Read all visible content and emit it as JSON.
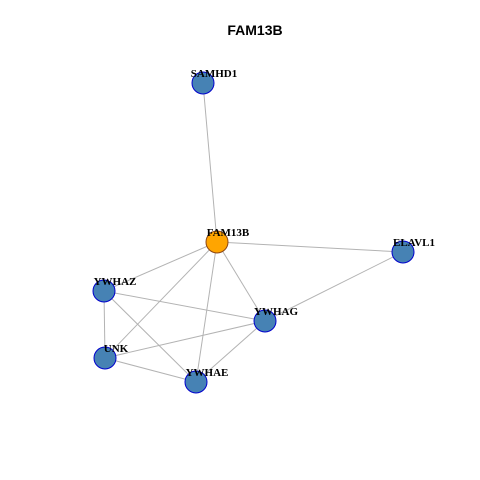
{
  "title": "FAM13B",
  "colors": {
    "center_fill": "#ffa500",
    "center_stroke": "#8b4513",
    "node_fill": "#4682b4",
    "node_stroke": "#0000cd",
    "edge": "#b3b3b3"
  },
  "nodes": [
    {
      "id": "SAMHD1",
      "label": "SAMHD1",
      "center": false
    },
    {
      "id": "FAM13B",
      "label": "FAM13B",
      "center": true
    },
    {
      "id": "ELAVL1",
      "label": "ELAVL1",
      "center": false
    },
    {
      "id": "YWHAZ",
      "label": "YWHAZ",
      "center": false
    },
    {
      "id": "YWHAG",
      "label": "YWHAG",
      "center": false
    },
    {
      "id": "UNK",
      "label": "UNK",
      "center": false
    },
    {
      "id": "YWHAE",
      "label": "YWHAE",
      "center": false
    }
  ],
  "edges": [
    [
      "SAMHD1",
      "FAM13B"
    ],
    [
      "FAM13B",
      "ELAVL1"
    ],
    [
      "FAM13B",
      "YWHAZ"
    ],
    [
      "FAM13B",
      "YWHAG"
    ],
    [
      "FAM13B",
      "UNK"
    ],
    [
      "FAM13B",
      "YWHAE"
    ],
    [
      "ELAVL1",
      "YWHAG"
    ],
    [
      "YWHAZ",
      "YWHAG"
    ],
    [
      "YWHAZ",
      "UNK"
    ],
    [
      "YWHAZ",
      "YWHAE"
    ],
    [
      "UNK",
      "YWHAG"
    ],
    [
      "UNK",
      "YWHAE"
    ],
    [
      "YWHAE",
      "YWHAG"
    ]
  ]
}
